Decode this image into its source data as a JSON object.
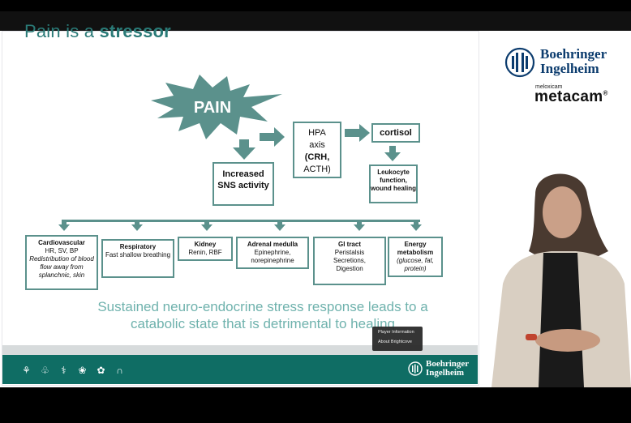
{
  "slide": {
    "title_prefix": "Pain is a ",
    "title_bold": "stressor",
    "pain_label": "PAIN",
    "boxes": {
      "sns": "Increased SNS activity",
      "hpa_line1": "HPA",
      "hpa_line2": "axis",
      "hpa_line3": "(CRH,",
      "hpa_line4": "ACTH)",
      "cortisol": "cortisol",
      "leukocyte": "Leukocyte function, wound healing",
      "cardio_title": "Cardiovascular",
      "cardio_sub": "HR, SV, BP",
      "cardio_italic": "Redistribution of blood flow away from splanchnic, skin",
      "resp_title": "Respiratory",
      "resp_sub": "Fast shallow breathing",
      "kidney_title": "Kidney",
      "kidney_sub": "Renin, RBF",
      "adrenal_title": "Adrenal medulla",
      "adrenal_sub": "Epinephrine, norepinephrine",
      "gi_title": "GI tract",
      "gi_sub": "Peristalsis Secretions, Digestion",
      "energy_title": "Energy metabolism",
      "energy_italic": "(glucose, fat, protein)"
    },
    "sustained_text": "Sustained neuro-endocrine stress response leads to a catabolic state that is detrimental to healing",
    "footer_logo_line1": "Boehringer",
    "footer_logo_line2": "Ingelheim",
    "footer_icons": [
      "footprints-icon",
      "lungs-icon",
      "plant-icon",
      "paw-icon",
      "paw-print-icon",
      "horseshoe-icon"
    ]
  },
  "brand": {
    "company_line1": "Boehringer",
    "company_line2": "Ingelheim",
    "meloxicam": "meloxicam",
    "product": "metacam",
    "registered": "®"
  },
  "context_menu": {
    "item1": "Player Information",
    "item2": "About Brightcove"
  },
  "colors": {
    "teal": "#2a7a77",
    "arrow": "#5b918c",
    "footer": "#0f6d64",
    "brand_blue": "#0c3c6e"
  }
}
